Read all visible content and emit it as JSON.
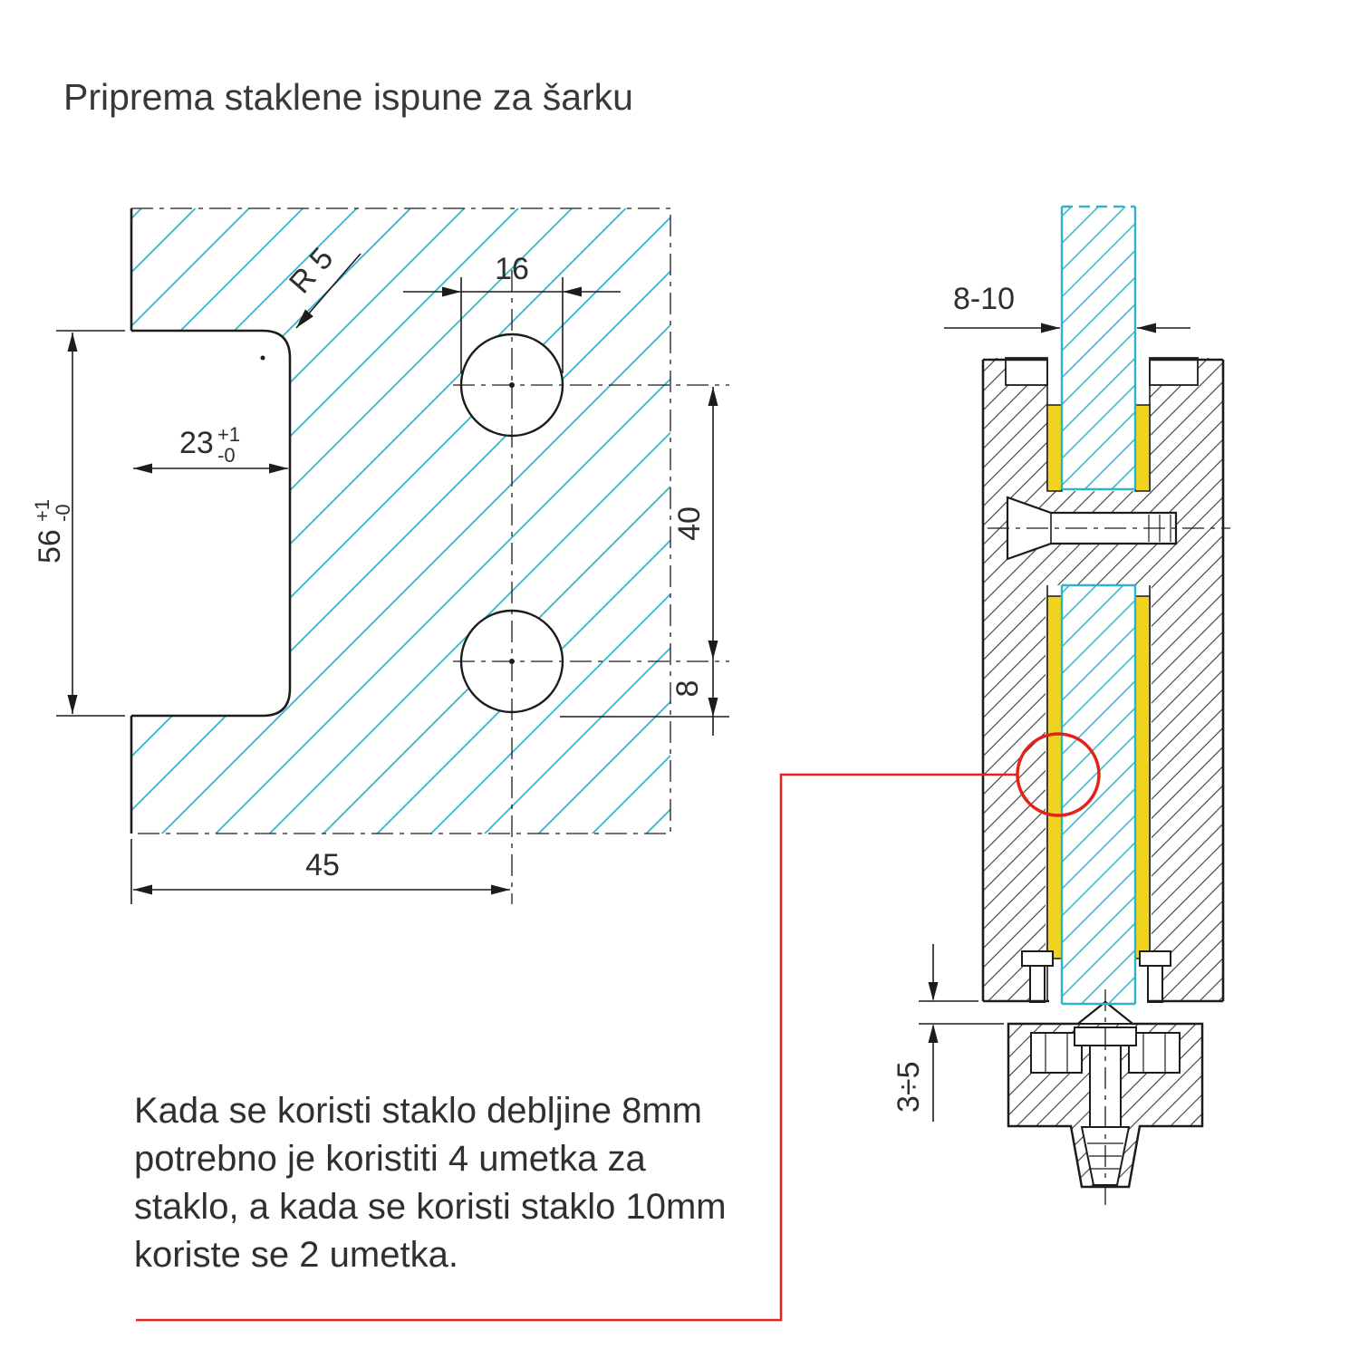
{
  "title": "Priprema staklene ispune za šarku",
  "colors": {
    "ink": "#1c1c1c",
    "text": "#2e2e2e",
    "glass": "#2fb3c9",
    "gasket": "#f2d41f",
    "highlight": "#e2231a"
  },
  "plan_view": {
    "dims": {
      "corner_radius": "R 5",
      "hole_diameter": "16",
      "notch_depth": "23",
      "notch_depth_tol_plus": "+1",
      "notch_depth_tol_minus": "-0",
      "notch_height": "56",
      "notch_height_tol_plus": "+1",
      "notch_height_tol_minus": "-0",
      "hole_spacing": "40",
      "hole_to_edge": "8",
      "hole_center_from_edge": "45"
    }
  },
  "section_view": {
    "dims": {
      "glass_thickness": "8-10",
      "bottom_gap": "3÷5"
    }
  },
  "note": {
    "lines": [
      "Kada se koristi staklo debljine 8mm",
      "potrebno je koristiti 4 umetka za",
      "staklo, a kada se koristi staklo 10mm",
      "koriste se 2 umetka."
    ]
  }
}
